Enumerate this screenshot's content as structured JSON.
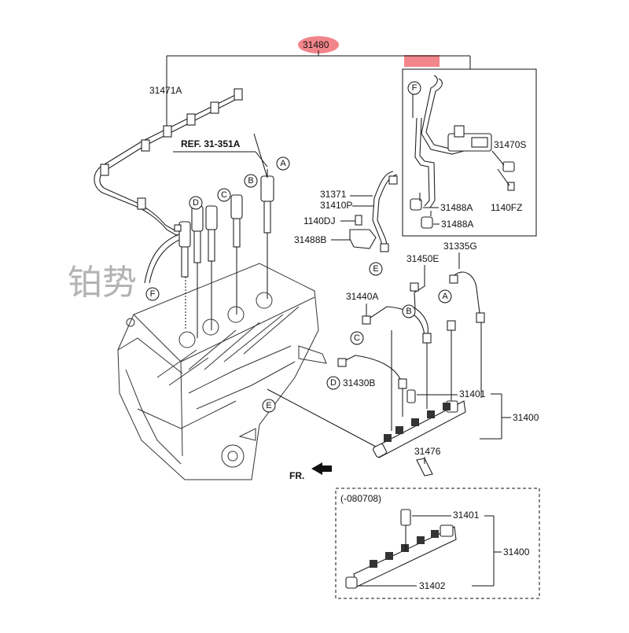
{
  "diagram": {
    "top_label": "31480",
    "highlight_color": "#e8202a",
    "watermark": "铂势",
    "parts": {
      "p31471A": "31471A",
      "ref": "REF. 31-351A",
      "p31371": "31371",
      "p31410P": "31410P",
      "p1140DJ": "1140DJ",
      "p31488B": "31488B",
      "p31470S": "31470S",
      "p31488A_1": "31488A",
      "p31488A_2": "31488A",
      "p1140FZ": "1140FZ",
      "p31335G": "31335G",
      "p31450E": "31450E",
      "p31440A": "31440A",
      "p31430B": "31430B",
      "p31401": "31401",
      "p31400": "31400",
      "p31476": "31476",
      "fr": "FR.",
      "inset_date": "(-080708)",
      "inset_31401": "31401",
      "inset_31400": "31400",
      "inset_31402": "31402"
    },
    "callouts": {
      "injA": "A",
      "injB": "B",
      "injC": "C",
      "injD": "D",
      "pipeF_inset": "F",
      "pipeF_left": "F",
      "pipeE_right": "E",
      "pipeE_left": "E",
      "railA": "A",
      "railB": "B",
      "railC": "C",
      "railD": "D"
    }
  }
}
